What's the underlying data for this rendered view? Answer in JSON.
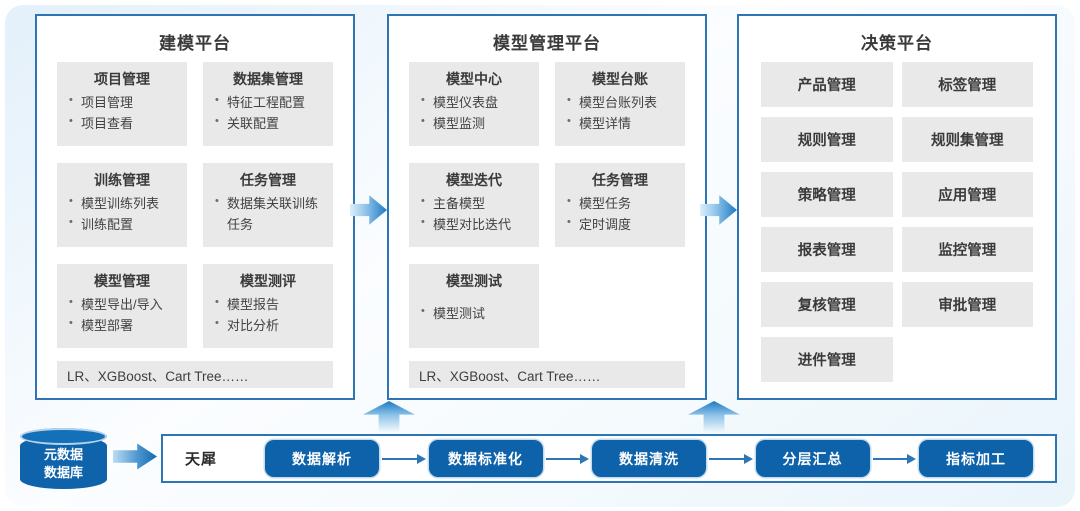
{
  "colors": {
    "accent_blue": "#2E75B6",
    "button_blue": "#0E62A9",
    "arrow_blue_dark": "#1C79C4",
    "arrow_blue_light": "#DDEFFA",
    "module_gray": "#E9E9E9",
    "text_dark": "#3B3B3B"
  },
  "platforms": [
    {
      "title": "建模平台",
      "modules": [
        {
          "title": "项目管理",
          "items": [
            "项目管理",
            "项目查看"
          ]
        },
        {
          "title": "数据集管理",
          "items": [
            "特征工程配置",
            "关联配置"
          ]
        },
        {
          "title": "训练管理",
          "items": [
            "模型训练列表",
            "训练配置"
          ]
        },
        {
          "title": "任务管理",
          "items": [
            "数据集关联训练任务"
          ]
        },
        {
          "title": "模型管理",
          "items": [
            "模型导出/导入",
            "模型部署"
          ]
        },
        {
          "title": "模型测评",
          "items": [
            "模型报告",
            "对比分析"
          ]
        }
      ],
      "footer": "LR、XGBoost、Cart Tree……"
    },
    {
      "title": "模型管理平台",
      "modules": [
        {
          "title": "模型中心",
          "items": [
            "模型仪表盘",
            "模型监测"
          ]
        },
        {
          "title": "模型台账",
          "items": [
            "模型台账列表",
            "模型详情"
          ]
        },
        {
          "title": "模型迭代",
          "items": [
            "主备模型",
            "模型对比迭代"
          ]
        },
        {
          "title": "任务管理",
          "items": [
            "模型任务",
            "定时调度"
          ]
        },
        {
          "title": "模型测试",
          "items": [
            "模型测试"
          ]
        }
      ],
      "footer": "LR、XGBoost、Cart Tree……"
    },
    {
      "title": "决策平台",
      "tiles": [
        "产品管理",
        "标签管理",
        "规则管理",
        "规则集管理",
        "策略管理",
        "应用管理",
        "报表管理",
        "监控管理",
        "复核管理",
        "审批管理",
        "进件管理"
      ]
    }
  ],
  "pipeline": {
    "source": {
      "line1": "元数据",
      "line2": "数据库"
    },
    "engine": "天犀",
    "stages": [
      "数据解析",
      "数据标准化",
      "数据清洗",
      "分层汇总",
      "指标加工"
    ]
  }
}
